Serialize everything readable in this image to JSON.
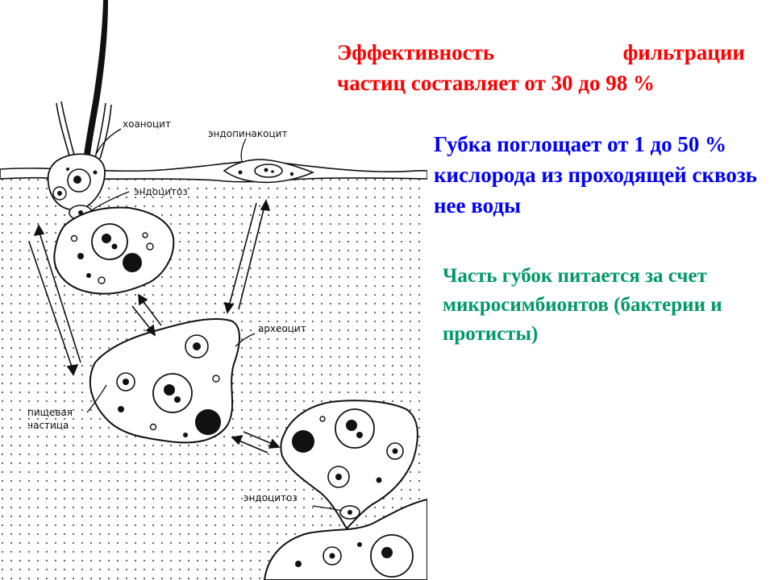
{
  "colors": {
    "text_red": "#ff0000",
    "text_blue": "#0000ff",
    "text_green": "#009966",
    "ink": "#111111",
    "dots": "#555555"
  },
  "diagram": {
    "labels": {
      "choanocyte": "хоаноцит",
      "endopinacocyte": "эндопинакоцит",
      "endocytosis_top": "эндоцитоз",
      "archaeocyte": "археоцит",
      "food_particle_line1": "пищевая",
      "food_particle_line2": "частица",
      "endocytosis_bottom": "эндоцитоз"
    }
  },
  "texts": {
    "filtration": {
      "word1": "Эффективность",
      "word2": "фильтрации",
      "line2": "частиц составляет от 30 до 98 %"
    },
    "oxygen": "Губка поглощает от 1 до 50 % кислорода из проходящей сквозь нее воды",
    "symbionts": "Часть губок питается за счет микросимбионтов (бактерии и протисты)"
  }
}
